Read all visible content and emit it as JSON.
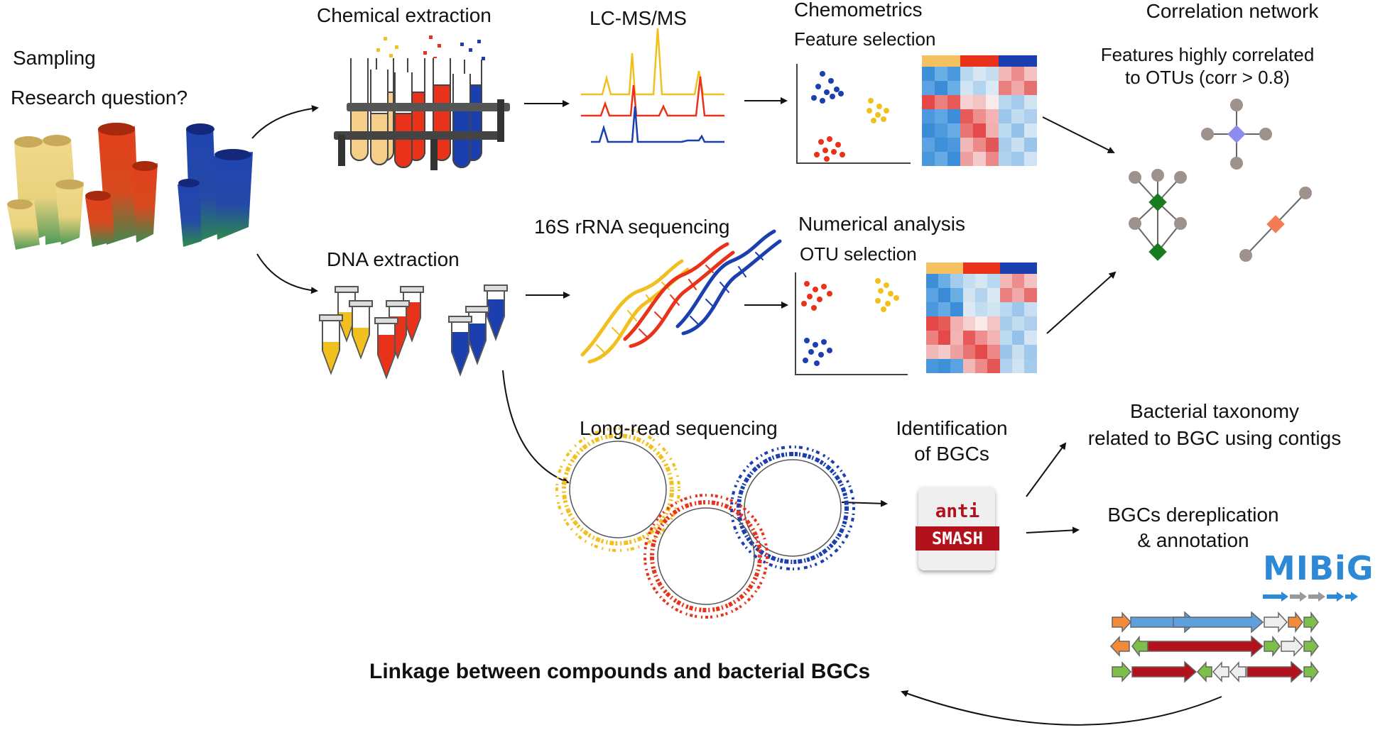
{
  "labels": {
    "sampling": "Sampling",
    "research_question": "Research question?",
    "chemical_extraction": "Chemical extraction",
    "lcms": "LC-MS/MS",
    "chemometrics": "Chemometrics",
    "feature_selection": "Feature selection",
    "correlation_network": "Correlation network",
    "features_correlated_line1": "Features highly correlated",
    "features_correlated_line2": "to OTUs (corr > 0.8)",
    "dna_extraction": "DNA extraction",
    "rrna_sequencing": "16S rRNA sequencing",
    "numerical_analysis": "Numerical analysis",
    "otu_selection": "OTU selection",
    "long_read_sequencing": "Long-read sequencing",
    "identification_line1": "Identification",
    "identification_line2": "of BGCs",
    "taxonomy_line1": "Bacterial taxonomy",
    "taxonomy_line2": "related to BGC using contigs",
    "dereplication_line1": "BGCs dereplication",
    "dereplication_line2": "& annotation",
    "linkage": "Linkage between compounds and bacterial BGCs"
  },
  "logos": {
    "antismash_top": "anti",
    "antismash_bottom": "SMASH",
    "mibig": "MIBiG"
  },
  "colors": {
    "yellow": "#f2c01e",
    "red": "#e8321a",
    "blue": "#1c3fb0",
    "sponge_yellow": "#f0d98a",
    "sponge_red": "#e2401c",
    "sponge_blue": "#2044b0",
    "antismash_red": "#b3111b",
    "mibig_blue": "#2d89d6",
    "network_node": "#9e928c",
    "network_green": "#1a7a22",
    "network_purple": "#8c8cf0",
    "network_orange": "#f47b52"
  }
}
